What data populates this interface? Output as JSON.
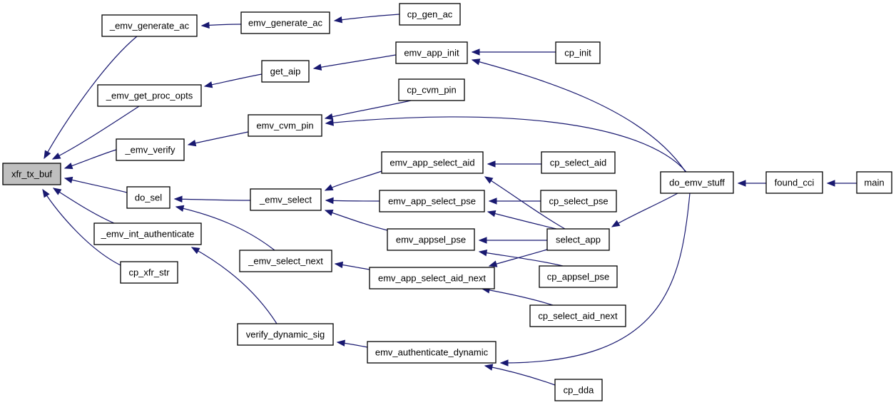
{
  "graph": {
    "nodes": [
      {
        "id": "xfr_tx_buf",
        "label": "xfr_tx_buf",
        "root": true
      },
      {
        "id": "_emv_generate_ac",
        "label": "_emv_generate_ac"
      },
      {
        "id": "emv_generate_ac",
        "label": "emv_generate_ac"
      },
      {
        "id": "cp_gen_ac",
        "label": "cp_gen_ac"
      },
      {
        "id": "get_aip",
        "label": "get_aip"
      },
      {
        "id": "emv_app_init",
        "label": "emv_app_init"
      },
      {
        "id": "cp_init",
        "label": "cp_init"
      },
      {
        "id": "_emv_get_proc_opts",
        "label": "_emv_get_proc_opts"
      },
      {
        "id": "cp_cvm_pin",
        "label": "cp_cvm_pin"
      },
      {
        "id": "emv_cvm_pin",
        "label": "emv_cvm_pin"
      },
      {
        "id": "_emv_verify",
        "label": "_emv_verify"
      },
      {
        "id": "emv_app_select_aid",
        "label": "emv_app_select_aid"
      },
      {
        "id": "cp_select_aid",
        "label": "cp_select_aid"
      },
      {
        "id": "do_emv_stuff",
        "label": "do_emv_stuff"
      },
      {
        "id": "found_cci",
        "label": "found_cci"
      },
      {
        "id": "main",
        "label": "main"
      },
      {
        "id": "do_sel",
        "label": "do_sel"
      },
      {
        "id": "_emv_select",
        "label": "_emv_select"
      },
      {
        "id": "emv_app_select_pse",
        "label": "emv_app_select_pse"
      },
      {
        "id": "cp_select_pse",
        "label": "cp_select_pse"
      },
      {
        "id": "_emv_int_authenticate",
        "label": "_emv_int_authenticate"
      },
      {
        "id": "emv_appsel_pse",
        "label": "emv_appsel_pse"
      },
      {
        "id": "select_app",
        "label": "select_app"
      },
      {
        "id": "_emv_select_next",
        "label": "_emv_select_next"
      },
      {
        "id": "cp_xfr_str",
        "label": "cp_xfr_str"
      },
      {
        "id": "emv_app_select_aid_next",
        "label": "emv_app_select_aid_next"
      },
      {
        "id": "cp_appsel_pse",
        "label": "cp_appsel_pse"
      },
      {
        "id": "cp_select_aid_next",
        "label": "cp_select_aid_next"
      },
      {
        "id": "verify_dynamic_sig",
        "label": "verify_dynamic_sig"
      },
      {
        "id": "emv_authenticate_dynamic",
        "label": "emv_authenticate_dynamic"
      },
      {
        "id": "cp_dda",
        "label": "cp_dda"
      }
    ],
    "edges": [
      {
        "from": "_emv_generate_ac",
        "to": "xfr_tx_buf"
      },
      {
        "from": "_emv_get_proc_opts",
        "to": "xfr_tx_buf"
      },
      {
        "from": "_emv_verify",
        "to": "xfr_tx_buf"
      },
      {
        "from": "do_sel",
        "to": "xfr_tx_buf"
      },
      {
        "from": "_emv_int_authenticate",
        "to": "xfr_tx_buf"
      },
      {
        "from": "cp_xfr_str",
        "to": "xfr_tx_buf"
      },
      {
        "from": "emv_generate_ac",
        "to": "_emv_generate_ac"
      },
      {
        "from": "cp_gen_ac",
        "to": "emv_generate_ac"
      },
      {
        "from": "get_aip",
        "to": "_emv_get_proc_opts"
      },
      {
        "from": "emv_app_init",
        "to": "get_aip"
      },
      {
        "from": "cp_init",
        "to": "emv_app_init"
      },
      {
        "from": "do_emv_stuff",
        "to": "emv_app_init"
      },
      {
        "from": "emv_cvm_pin",
        "to": "_emv_verify"
      },
      {
        "from": "cp_cvm_pin",
        "to": "emv_cvm_pin"
      },
      {
        "from": "do_emv_stuff",
        "to": "emv_cvm_pin"
      },
      {
        "from": "_emv_select",
        "to": "do_sel"
      },
      {
        "from": "_emv_select_next",
        "to": "do_sel"
      },
      {
        "from": "emv_app_select_aid",
        "to": "_emv_select"
      },
      {
        "from": "emv_app_select_pse",
        "to": "_emv_select"
      },
      {
        "from": "emv_appsel_pse",
        "to": "_emv_select"
      },
      {
        "from": "cp_select_aid",
        "to": "emv_app_select_aid"
      },
      {
        "from": "select_app",
        "to": "emv_app_select_aid"
      },
      {
        "from": "cp_select_pse",
        "to": "emv_app_select_pse"
      },
      {
        "from": "select_app",
        "to": "emv_app_select_pse"
      },
      {
        "from": "select_app",
        "to": "emv_appsel_pse"
      },
      {
        "from": "cp_appsel_pse",
        "to": "emv_appsel_pse"
      },
      {
        "from": "do_emv_stuff",
        "to": "select_app"
      },
      {
        "from": "found_cci",
        "to": "do_emv_stuff"
      },
      {
        "from": "main",
        "to": "found_cci"
      },
      {
        "from": "emv_app_select_aid_next",
        "to": "_emv_select_next"
      },
      {
        "from": "select_app",
        "to": "emv_app_select_aid_next"
      },
      {
        "from": "cp_select_aid_next",
        "to": "emv_app_select_aid_next"
      },
      {
        "from": "verify_dynamic_sig",
        "to": "_emv_int_authenticate"
      },
      {
        "from": "emv_authenticate_dynamic",
        "to": "verify_dynamic_sig"
      },
      {
        "from": "do_emv_stuff",
        "to": "emv_authenticate_dynamic"
      },
      {
        "from": "cp_dda",
        "to": "emv_authenticate_dynamic"
      }
    ]
  }
}
